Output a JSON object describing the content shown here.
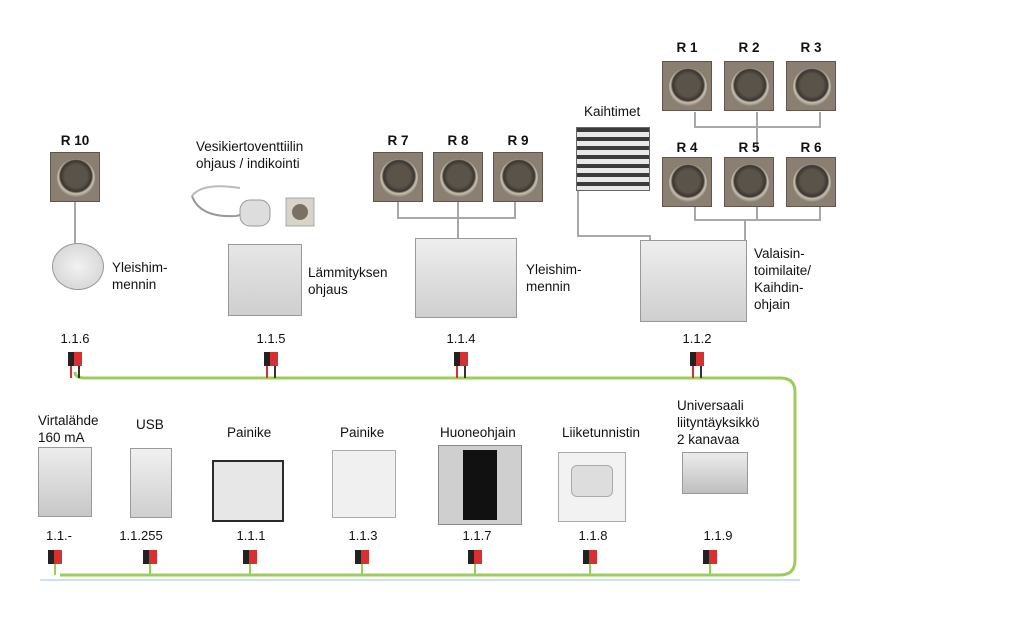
{
  "lights_top": [
    {
      "id": "r1",
      "label": "R 1"
    },
    {
      "id": "r2",
      "label": "R 2"
    },
    {
      "id": "r3",
      "label": "R 3"
    },
    {
      "id": "r4",
      "label": "R 4"
    },
    {
      "id": "r5",
      "label": "R 5"
    },
    {
      "id": "r6",
      "label": "R 6"
    },
    {
      "id": "r7",
      "label": "R 7"
    },
    {
      "id": "r8",
      "label": "R 8"
    },
    {
      "id": "r9",
      "label": "R 9"
    },
    {
      "id": "r10",
      "label": "R 10"
    }
  ],
  "labels": {
    "kaihtimet": "Kaihtimet",
    "valve_line1": "Vesikiertoventtiilin",
    "valve_line2": "ohjaus / indikointi",
    "dimmer1_line1": "Yleishim-",
    "dimmer1_line2": "mennin",
    "heating_line1": "Lämmityksen",
    "heating_line2": "ohjaus",
    "dimmer2_line1": "Yleishim-",
    "dimmer2_line2": "mennin",
    "actuator_line1": "Valaisin-",
    "actuator_line2": "toimilaite/",
    "actuator_line3": "Kaihdin-",
    "actuator_line4": "ohjain"
  },
  "top_addresses": [
    "1.1.6",
    "1.1.5",
    "1.1.4",
    "1.1.2"
  ],
  "bottom_devices": [
    {
      "line1": "Virtalähde",
      "line2": "160 mA",
      "line3": "",
      "address": "1.1.-"
    },
    {
      "line1": "USB",
      "line2": "",
      "line3": "",
      "address": "1.1.255"
    },
    {
      "line1": "Painike",
      "line2": "",
      "line3": "",
      "address": "1.1.1"
    },
    {
      "line1": "Painike",
      "line2": "",
      "line3": "",
      "address": "1.1.3"
    },
    {
      "line1": "Huoneohjain",
      "line2": "",
      "line3": "",
      "address": "1.1.7"
    },
    {
      "line1": "Liiketunnistin",
      "line2": "",
      "line3": "",
      "address": "1.1.8"
    },
    {
      "line1": "Universaali",
      "line2": "liityntäyksikkö",
      "line3": "2 kanavaa",
      "address": "1.1.9"
    }
  ],
  "colors": {
    "bus": "#9acd5a",
    "wire": "#a8a8a8",
    "accent": "#d63030"
  }
}
